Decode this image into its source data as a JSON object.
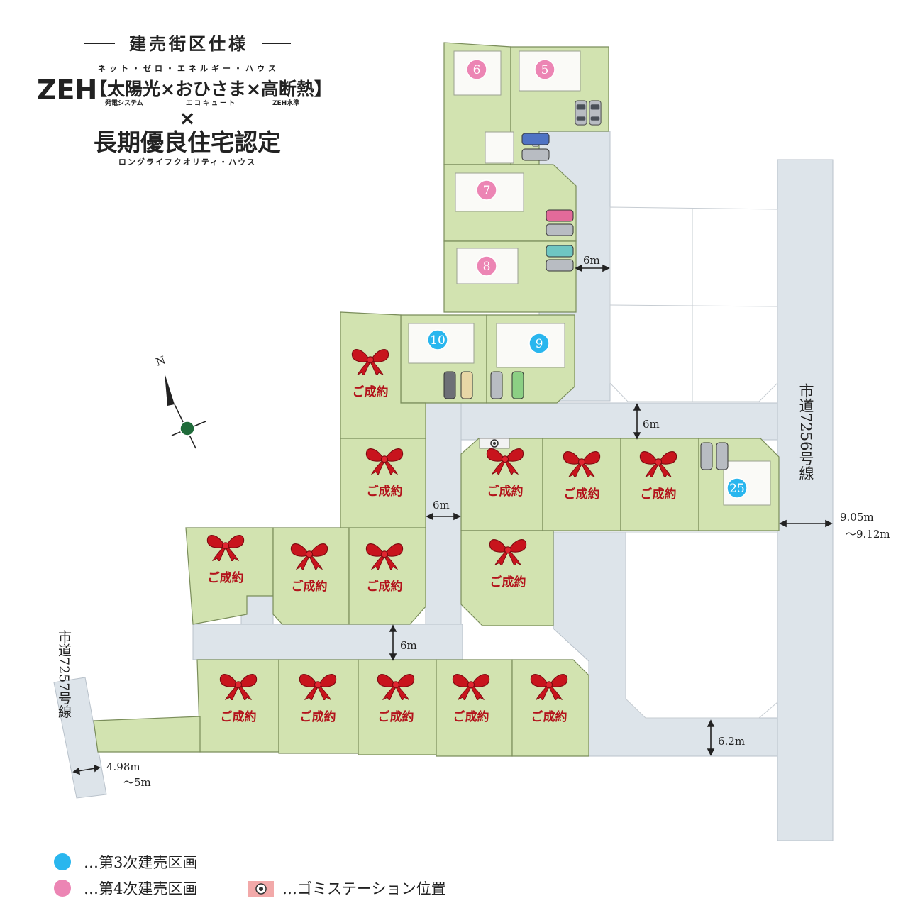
{
  "header": {
    "title": "建売街区仕様",
    "zeh_ruby": "ネット・ゼロ・エネルギー・ハウス",
    "zeh_label": "ZEH",
    "spec_line": "【太陽光×おひさま×高断熱】",
    "solar_ruby": "発電システム",
    "ohisama_ruby": "エコキュート",
    "insulation_ruby": "ZEH水準",
    "times": "×",
    "long_term": "長期優良住宅認定",
    "long_term_ruby": "ロングライフクオリティ・ハウス"
  },
  "compass": {
    "north": "N"
  },
  "roads": {
    "east_name": "市道7256号線",
    "west_name": "市道7257号線",
    "widths": {
      "north_access": "6m",
      "middle": "6m",
      "west_link": "6m",
      "south_access": "6m",
      "southeast": "6.2m",
      "east_road_1": "9.05m",
      "east_road_2": "～9.12m",
      "west_road_1": "4.98m",
      "west_road_2": "～5m"
    }
  },
  "lots": {
    "sold_label": "ご成約",
    "available": [
      {
        "id": "lot-5",
        "number": "5",
        "phase": "4"
      },
      {
        "id": "lot-6",
        "number": "6",
        "phase": "4"
      },
      {
        "id": "lot-7",
        "number": "7",
        "phase": "4"
      },
      {
        "id": "lot-8",
        "number": "8",
        "phase": "4"
      },
      {
        "id": "lot-9",
        "number": "9",
        "phase": "3"
      },
      {
        "id": "lot-10",
        "number": "10",
        "phase": "3"
      },
      {
        "id": "lot-25",
        "number": "25",
        "phase": "3"
      }
    ]
  },
  "legend": {
    "phase3": "…第3次建売区画",
    "phase4": "…第4次建売区画",
    "garbage": "…ゴミステーション位置"
  },
  "colors": {
    "lot_green": "#d2e3b0",
    "road_gray": "#dde4ea",
    "phase3_blue": "#29b6ee",
    "phase4_pink": "#ec85b4",
    "ribbon_red": "#c8141d"
  }
}
